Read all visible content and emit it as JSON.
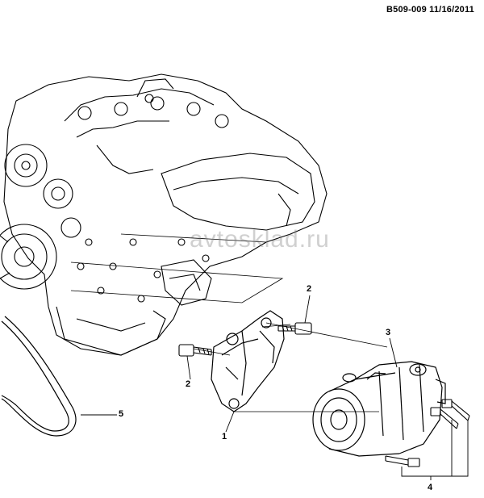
{
  "header": {
    "reference": "B509-009  11/16/2011"
  },
  "watermark": {
    "text": "avtosklad.ru"
  },
  "callouts": [
    {
      "id": "1",
      "label": "1"
    },
    {
      "id": "2a",
      "label": "2"
    },
    {
      "id": "2b",
      "label": "2"
    },
    {
      "id": "3",
      "label": "3"
    },
    {
      "id": "4",
      "label": "4"
    },
    {
      "id": "5",
      "label": "5"
    }
  ],
  "parts": [
    {
      "number": "1",
      "name": "compressor-bracket"
    },
    {
      "number": "2",
      "name": "bracket-bolt"
    },
    {
      "number": "3",
      "name": "ac-compressor"
    },
    {
      "number": "4",
      "name": "compressor-bolt"
    },
    {
      "number": "5",
      "name": "drive-belt"
    }
  ]
}
